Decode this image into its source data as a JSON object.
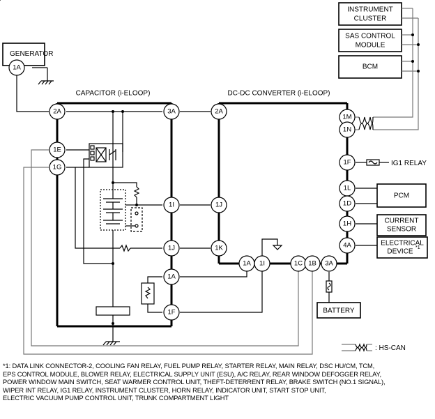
{
  "components": {
    "generator": "GENERATOR",
    "capacitor": "CAPACITOR (i-ELOOP)",
    "dcdc": "DC-DC CONVERTER (i-ELOOP)",
    "instrument_cluster": [
      "INSTRUMENT",
      "CLUSTER"
    ],
    "sas": [
      "SAS CONTROL",
      "MODULE"
    ],
    "bcm": "BCM",
    "ig1_relay": "IG1 RELAY",
    "pcm": "PCM",
    "current_sensor": [
      "CURRENT",
      "SENSOR"
    ],
    "electrical_device": [
      "ELECTRICAL",
      "DEVICE"
    ],
    "electrical_device_mark": "*1",
    "battery": "BATTERY"
  },
  "pins": {
    "gen_1A": "1A",
    "cap_2A": "2A",
    "cap_3A": "3A",
    "cap_1E": "1E",
    "cap_1G": "1G",
    "cap_1I": "1I",
    "cap_1J": "1J",
    "cap_1A": "1A",
    "cap_1F": "1F",
    "dc_2A": "2A",
    "dc_1J": "1J",
    "dc_1K": "1K",
    "dc_1M": "1M",
    "dc_1N": "1N",
    "dc_1F": "1F",
    "dc_1L": "1L",
    "dc_1D": "1D",
    "dc_1H": "1H",
    "dc_4A": "4A",
    "dc_b1A": "1A",
    "dc_b1I": "1I",
    "dc_b1C": "1C",
    "dc_b1B": "1B",
    "dc_b3A": "3A"
  },
  "legend": {
    "hs_can": ": HS-CAN"
  },
  "footnote": [
    "*1: DATA LINK CONNECTOR-2, COOLING FAN RELAY, FUEL PUMP RELAY, STARTER RELAY, MAIN RELAY, DSC HU/CM, TCM,",
    "EPS CONTROL MODULE, BLOWER RELAY, ELECTRICAL SUPPLY UNIT (ESU), A/C RELAY, REAR WINDOW DEFOGGER RELAY,",
    "POWER WINDOW MAIN SWITCH, SEAT WARMER CONTROL UNIT, THEFT-DETERRENT RELAY, BRAKE SWITCH (NO.1 SIGNAL),",
    "WIPER INT RELAY, IG1 RELAY, INSTRUMENT CLUSTER, HORN RELAY, INDICATOR UNIT, START STOP UNIT,",
    "ELECTRIC VACUUM PUMP CONTROL UNIT, TRUNK COMPARTMENT LIGHT"
  ]
}
